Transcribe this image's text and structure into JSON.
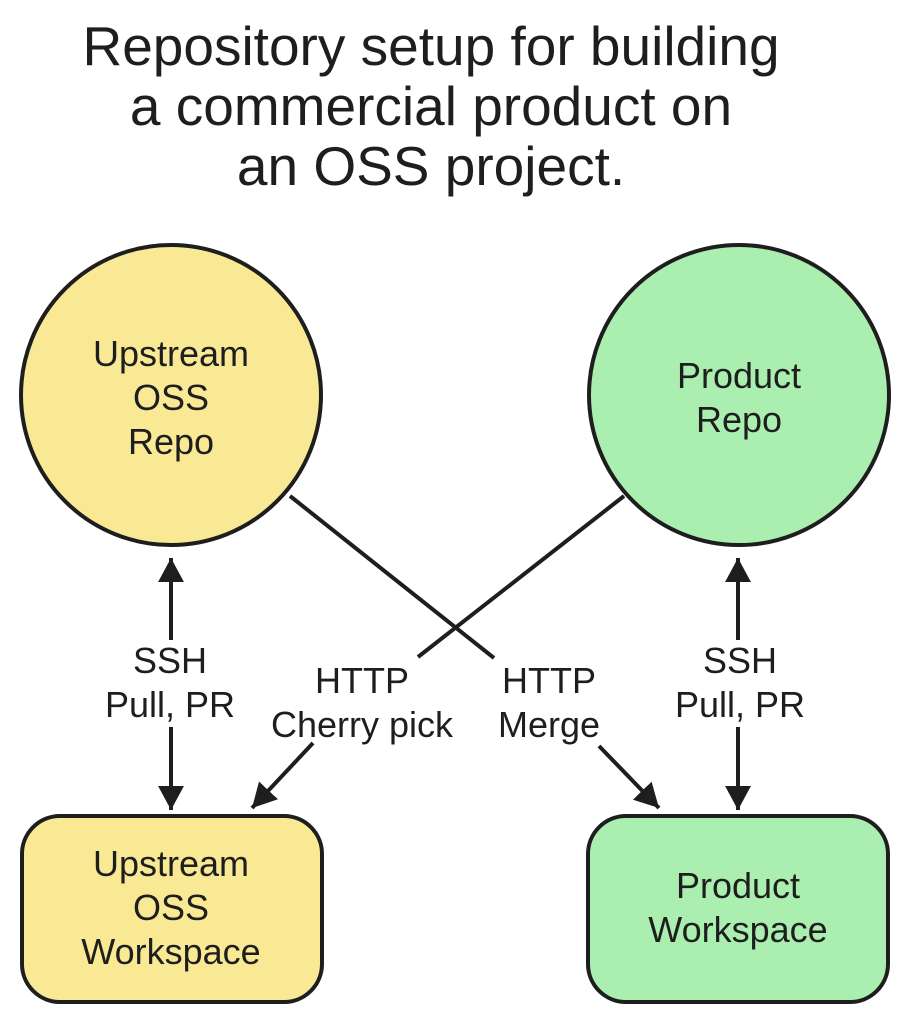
{
  "title": "Repository setup for building\na commercial product on\nan OSS project.",
  "colors": {
    "background": "#FFFFFF",
    "outline": "#1E1E1E",
    "text": "#1E1E1E",
    "oss_yellow": "#FAE994",
    "product_green": "#ABEFB0"
  },
  "nodes": {
    "upstream_repo": {
      "label": "Upstream\nOSS\nRepo",
      "shape": "circle",
      "fill": "#FAE994"
    },
    "product_repo": {
      "label": "Product\nRepo",
      "shape": "circle",
      "fill": "#ABEFB0"
    },
    "upstream_workspace": {
      "label": "Upstream\nOSS\nWorkspace",
      "shape": "rounded-rectangle",
      "fill": "#FAE994"
    },
    "product_workspace": {
      "label": "Product\nWorkspace",
      "shape": "rounded-rectangle",
      "fill": "#ABEFB0"
    }
  },
  "edges": {
    "ssh_left": {
      "label": "SSH\nPull, PR",
      "between": [
        "Upstream OSS Repo",
        "Upstream OSS Workspace"
      ],
      "direction": "bidirectional"
    },
    "ssh_right": {
      "label": "SSH\nPull, PR",
      "between": [
        "Product Repo",
        "Product Workspace"
      ],
      "direction": "bidirectional"
    },
    "http_cherry_pick": {
      "label": "HTTP\nCherry pick",
      "from": "Product Repo",
      "to": "Upstream OSS Workspace"
    },
    "http_merge": {
      "label": "HTTP\nMerge",
      "from": "Upstream OSS Repo",
      "to": "Product Workspace"
    }
  }
}
